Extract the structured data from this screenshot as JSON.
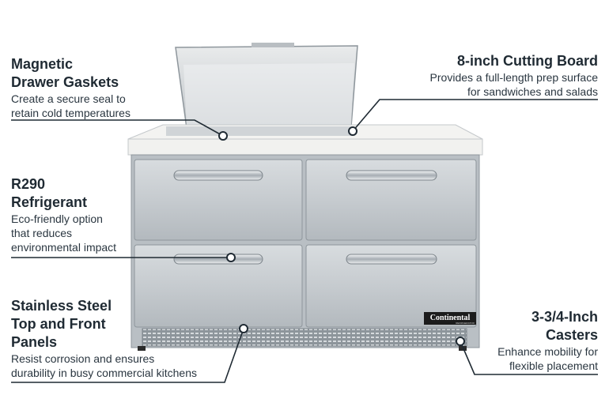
{
  "callouts": {
    "gaskets": {
      "title": "Magnetic\nDrawer Gaskets",
      "desc": "Create a secure seal to\nretain cold temperatures"
    },
    "cutting_board": {
      "title": "8-inch Cutting Board",
      "desc": "Provides a full-length prep surface\nfor sandwiches and salads"
    },
    "refrigerant": {
      "title": "R290\nRefrigerant",
      "desc": "Eco-friendly option\nthat reduces\nenvironmental impact"
    },
    "stainless": {
      "title": "Stainless Steel\nTop and Front\nPanels",
      "desc": "Resist corrosion and ensures\ndurability in busy commercial kitchens"
    },
    "casters": {
      "title": "3-3/4-Inch\nCasters",
      "desc": "Enhance mobility for\nflexible placement"
    }
  },
  "product": {
    "brand": "Continental",
    "brand_sub": "REFRIGERATOR"
  },
  "colors": {
    "line": "#1f2a33",
    "steel_light": "#e4e7ea",
    "steel_mid": "#c9ced3",
    "steel_dark": "#9aa2a9",
    "top": "#f1f1ef"
  }
}
